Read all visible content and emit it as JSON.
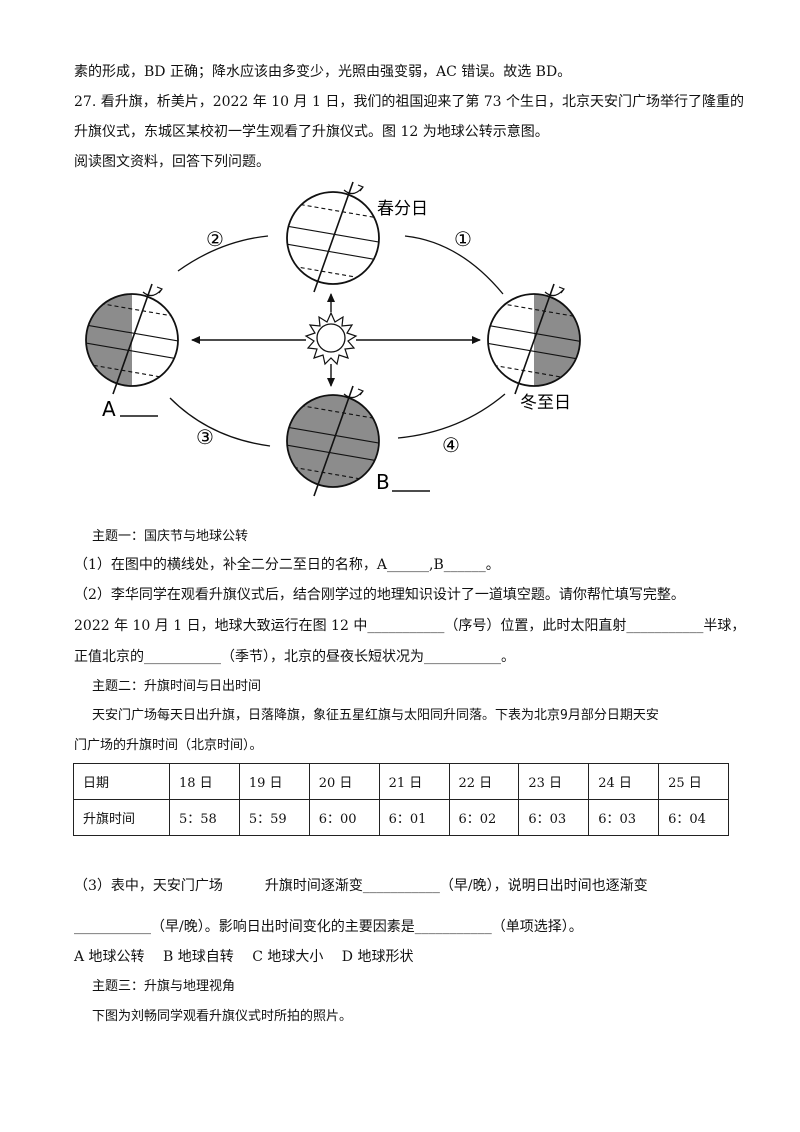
{
  "intro": {
    "line1": "素的形成，BD 正确；降水应该由多变少，光照由强变弱，AC 错误。故选 BD。",
    "line2": "27. 看升旗，析美片，2022 年 10 月 1 日，我们的祖国迎来了第 73 个生日，北京天安门广场举行了隆重的",
    "line3": "升旗仪式，东城区某校初一学生观看了升旗仪式。图 12 为地球公转示意图。",
    "line4": "阅读图文资料，回答下列问题。"
  },
  "figure": {
    "label_spring": "春分日",
    "label_winter": "冬至日",
    "label_a": "A",
    "label_b": "B",
    "num1": "①",
    "num2": "②",
    "num3": "③",
    "num4": "④"
  },
  "topic1": {
    "title": "主题一：国庆节与地球公转",
    "q1": "（1）在图中的横线处，补全二分二至日的名称，A______,B______。",
    "q2": "（2）李华同学在观看升旗仪式后，结合刚学过的地理知识设计了一道填空题。请你帮忙填写完整。",
    "q2_line2": "2022 年 10 月 1 日，地球大致运行在图 12 中___________（序号）位置，此时太阳直射___________半球，",
    "q2_line3": "正值北京的___________（季节），北京的昼夜长短状况为___________。"
  },
  "topic2": {
    "title": "主题二：升旗时间与日出时间",
    "para1": "天安门广场每天日出升旗，日落降旗，象征五星红旗与太阳同升同落。下表为北京9月部分日期天安",
    "para2": "门广场的升旗时间（北京时间）。",
    "table": {
      "row1_head": "日期",
      "row2_head": "升旗时间",
      "dates": [
        "18 日",
        "19 日",
        "20 日",
        "21 日",
        "22 日",
        "23 日",
        "24 日",
        "25 日"
      ],
      "times": [
        "5：58",
        "5：59",
        "6：00",
        "6：01",
        "6：02",
        "6：03",
        "6：03",
        "6：04"
      ]
    },
    "q3_line1": "（3）表中，天安门广场　　　升旗时间逐渐变___________（早/晚），说明日出时间也逐渐变",
    "q3_line2": "___________（早/晚）。影响日出时间变化的主要因素是___________（单项选择）。",
    "options": "A 地球公转　 B 地球自转　 C 地球大小　 D 地球形状"
  },
  "topic3": {
    "title": "主题三：升旗与地理视角",
    "para": "下图为刘畅同学观看升旗仪式时所拍的照片。"
  },
  "colors": {
    "shade": "#8c8c8c",
    "ink": "#111111"
  }
}
